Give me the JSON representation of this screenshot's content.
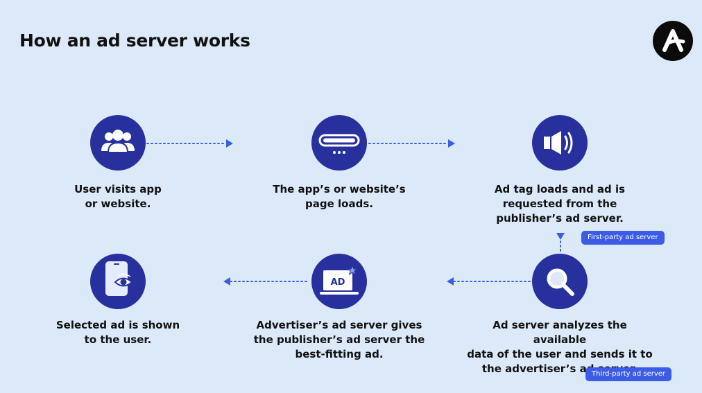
{
  "title": "How an ad server works",
  "logo": {
    "icon": "brand-logo-icon",
    "lettering": "A"
  },
  "colors": {
    "background": "#dce9f9",
    "circle": "#27309c",
    "accent": "#3d5ce6",
    "badge": "#3d5ce6"
  },
  "steps": [
    {
      "icon": "users-icon",
      "caption": [
        "User visits app",
        "or website."
      ]
    },
    {
      "icon": "page-load-icon",
      "caption": [
        "The app’s or website’s",
        "page loads."
      ]
    },
    {
      "icon": "speaker-icon",
      "caption": [
        "Ad tag loads and ad is",
        "requested from the",
        "publisher’s ad server."
      ]
    },
    {
      "icon": "magnifier-icon",
      "caption": [
        "Ad server analyzes the available",
        "data of the user and sends it to",
        "the advertiser’s ad server."
      ]
    },
    {
      "icon": "ad-laptop-icon",
      "caption": [
        "Advertiser’s ad server gives",
        "the publisher’s ad server the",
        "best-fitting ad."
      ],
      "ad_text": "AD"
    },
    {
      "icon": "phone-eye-icon",
      "caption": [
        "Selected ad is shown",
        "to the user."
      ]
    }
  ],
  "badges": {
    "first_party": "First-party ad server",
    "third_party": "Third-party ad server"
  }
}
